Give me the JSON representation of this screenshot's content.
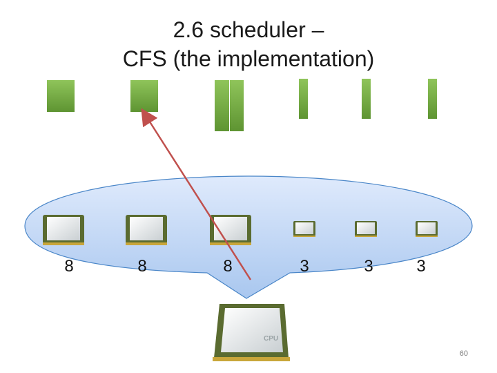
{
  "slide": {
    "title_line1": "2.6 scheduler –",
    "title_line2": "CFS (the implementation)",
    "slide_number": "60"
  },
  "tasks": [
    {
      "weight": "8"
    },
    {
      "weight": "8"
    },
    {
      "weight": "8"
    },
    {
      "weight": "3"
    },
    {
      "weight": "3"
    },
    {
      "weight": "3"
    }
  ],
  "cpu_label": "CPU",
  "colors": {
    "bar_top": "#8fc45a",
    "bar_bottom": "#5e9432",
    "bubble_fill": "#c6dcf7",
    "bubble_stroke": "#4a86c8",
    "arrow": "#c0504d",
    "chip_frame": "#5a6b30"
  }
}
